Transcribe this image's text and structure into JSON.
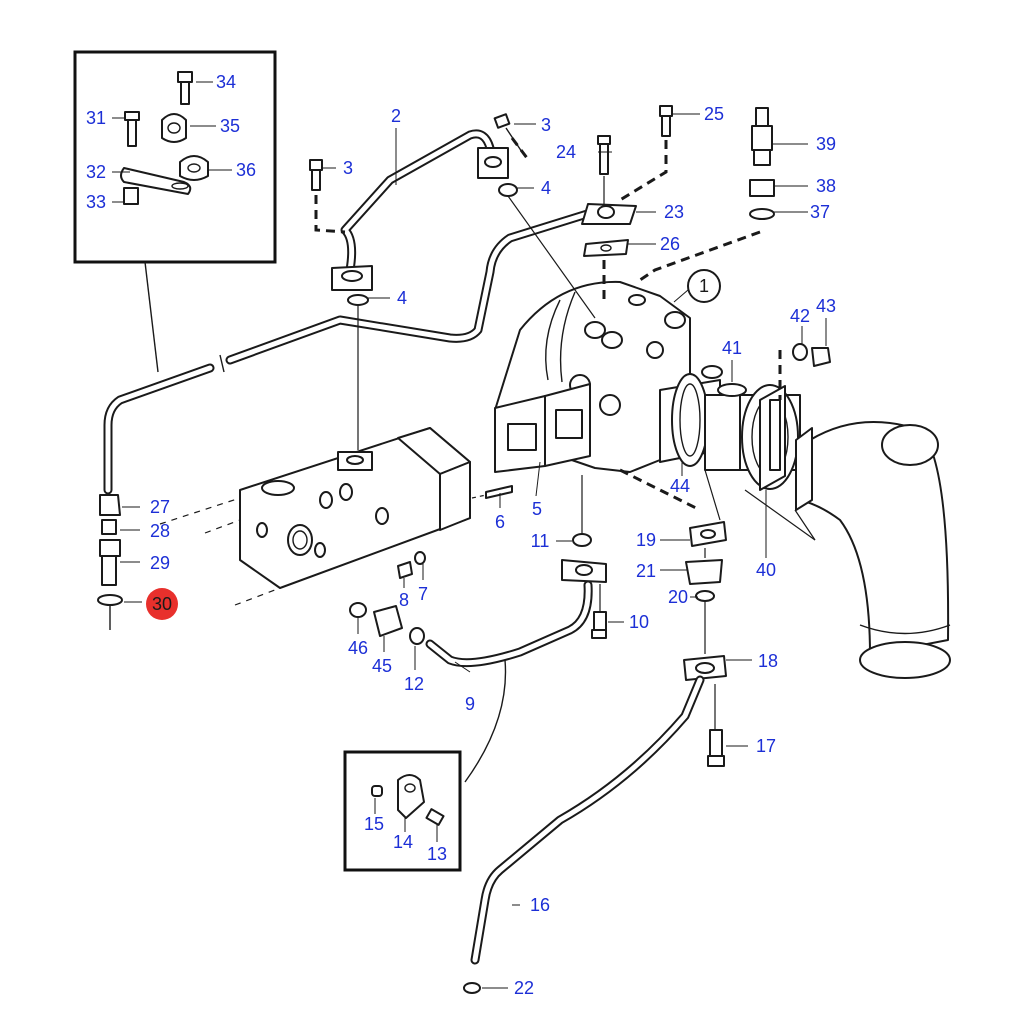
{
  "diagram": {
    "highlight_color": "#e8302c",
    "label_color": "#1c2fd6",
    "callout_1": "1",
    "labels": {
      "p2": "2",
      "p3a": "3",
      "p3b": "3",
      "p4a": "4",
      "p4b": "4",
      "p5": "5",
      "p6": "6",
      "p7": "7",
      "p8": "8",
      "p9": "9",
      "p10": "10",
      "p11": "11",
      "p12": "12",
      "p13": "13",
      "p14": "14",
      "p15": "15",
      "p16": "16",
      "p17": "17",
      "p18": "18",
      "p19": "19",
      "p20": "20",
      "p21": "21",
      "p22": "22",
      "p23": "23",
      "p24": "24",
      "p25": "25",
      "p26": "26",
      "p27": "27",
      "p28": "28",
      "p29": "29",
      "p30": "30",
      "p31": "31",
      "p32": "32",
      "p33": "33",
      "p34": "34",
      "p35": "35",
      "p36": "36",
      "p37": "37",
      "p38": "38",
      "p39": "39",
      "p40": "40",
      "p41": "41",
      "p42": "42",
      "p43": "43",
      "p44": "44",
      "p45": "45",
      "p46": "46"
    }
  }
}
